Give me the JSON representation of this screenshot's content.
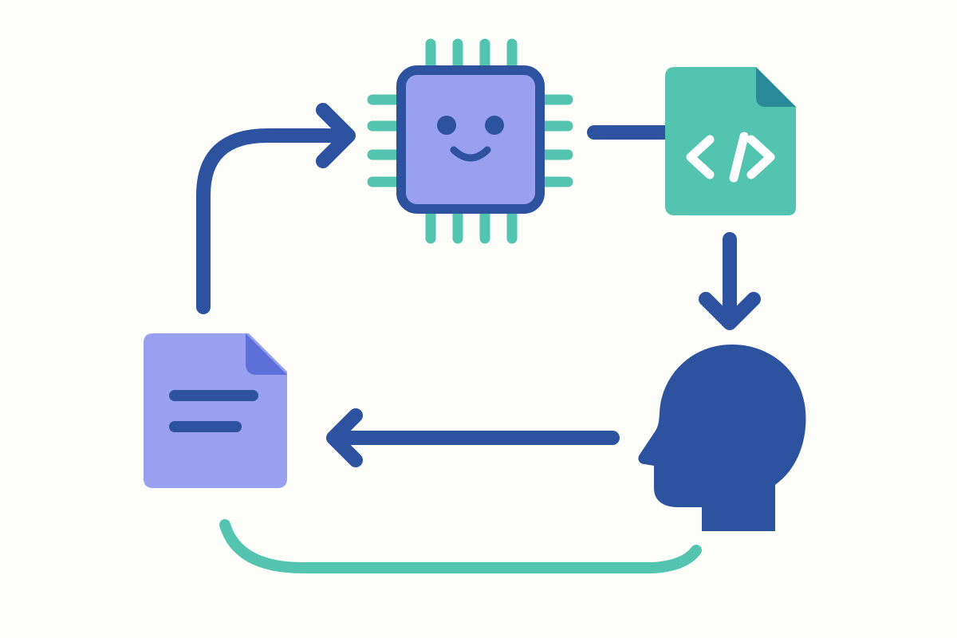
{
  "diagram": {
    "nodes": [
      {
        "id": "ai-chip",
        "icon": "ai-chip-icon"
      },
      {
        "id": "code-file",
        "icon": "code-file-icon",
        "glyph": "</>"
      },
      {
        "id": "human",
        "icon": "human-head-icon"
      },
      {
        "id": "text-document",
        "icon": "text-document-icon"
      }
    ],
    "edges": [
      {
        "from": "text-document",
        "to": "ai-chip",
        "style": "arrow"
      },
      {
        "from": "ai-chip",
        "to": "code-file",
        "style": "line"
      },
      {
        "from": "code-file",
        "to": "human",
        "style": "arrow"
      },
      {
        "from": "human",
        "to": "text-document",
        "style": "arrow"
      },
      {
        "from": "text-document",
        "to": "human",
        "style": "curve"
      }
    ]
  },
  "colors": {
    "background": "#fdfdf9",
    "navy": "#2d52a0",
    "teal": "#52c4b0",
    "lavender": "#9aa0f0",
    "indigo_fold": "#5d6fd8",
    "teal_fold": "#2b8a9a"
  }
}
